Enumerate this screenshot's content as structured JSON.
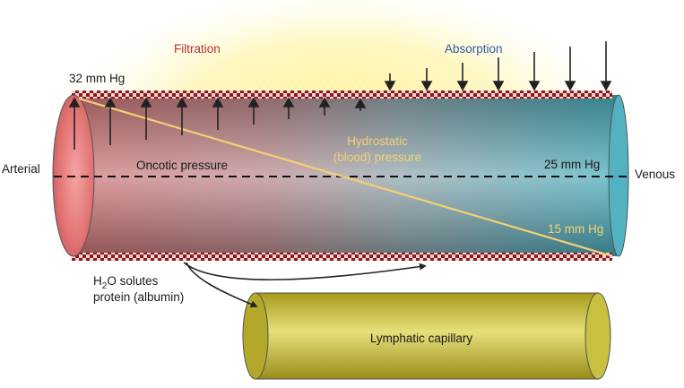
{
  "labels": {
    "filtration": "Filtration",
    "absorption": "Absorption",
    "arterial_pressure": "32 mm Hg",
    "arterial": "Arterial",
    "venous": "Venous",
    "oncotic": "Oncotic pressure",
    "hydrostatic_line1": "Hydrostatic",
    "hydrostatic_line2": "(blood) pressure",
    "oncotic_value": "25 mm Hg",
    "venous_hydrostatic": "15 mm Hg",
    "h2o": "H",
    "h2o_sub": "2",
    "h2o_rest": "O solutes",
    "protein": "protein (albumin)",
    "lymphatic": "Lymphatic capillary"
  },
  "colors": {
    "filtration": "#b5302f",
    "absorption": "#2f5aa8",
    "hydrostatic_line": "#f6cf72",
    "arterial_end": "#e07070",
    "venous_end": "#45adbd",
    "lymphatic": "#cfc73a",
    "wall": "#8b1a1a"
  },
  "icons": {
    "filtration_arrows": "arrow-up-icon",
    "absorption_arrows": "arrow-down-icon"
  }
}
